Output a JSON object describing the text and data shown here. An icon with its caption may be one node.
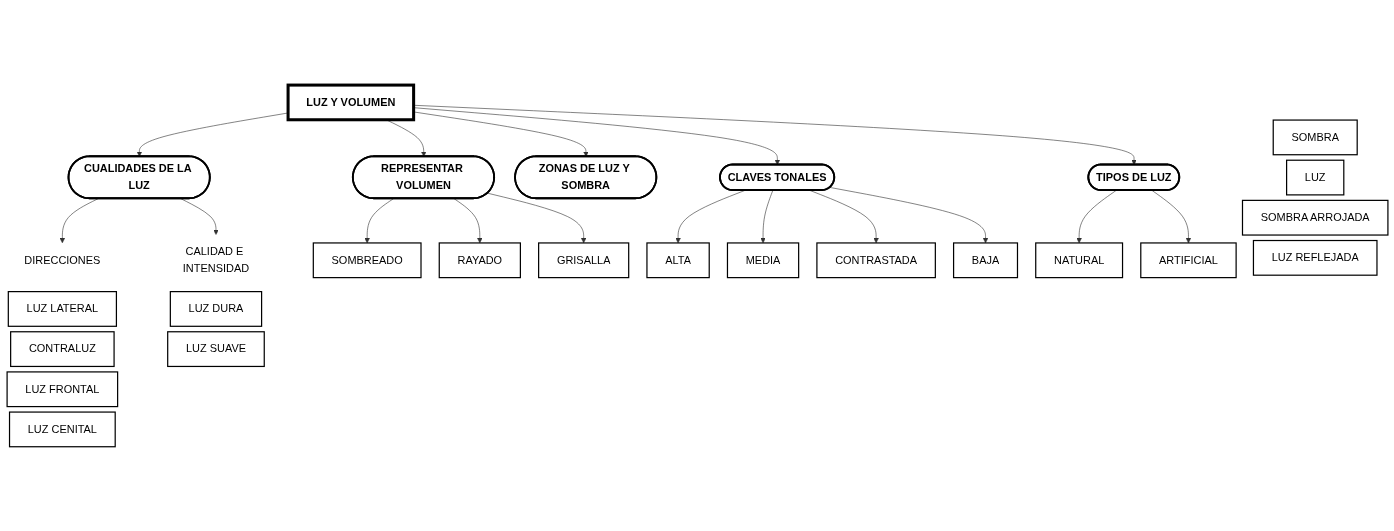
{
  "diagram": {
    "nodes": [
      {
        "text": [
          "LUZ Y VOLUMEN"
        ]
      },
      {
        "text": [
          "CUALIDADES DE LA LUZ"
        ]
      },
      {
        "text": [
          "REPRESENTAR VOLUMEN"
        ]
      },
      {
        "text": [
          "ZONAS DE LUZ Y SOMBRA"
        ]
      },
      {
        "text": [
          "CLAVES TONALES"
        ]
      },
      {
        "text": [
          "TIPOS DE LUZ"
        ]
      },
      {
        "text": [
          "SOMBREADO"
        ]
      },
      {
        "text": [
          "RAYADO"
        ]
      },
      {
        "text": [
          "GRISALLA"
        ]
      },
      {
        "text": [
          "DIRECCIONES"
        ]
      },
      {
        "text": [
          "LUZ LATERAL"
        ]
      },
      {
        "text": [
          "CONTRALUZ"
        ]
      },
      {
        "text": [
          "LUZ FRONTAL"
        ]
      },
      {
        "text": [
          "LUZ CENITAL"
        ]
      },
      {
        "text": [
          "CALIDAD E INTENSIDAD"
        ]
      },
      {
        "text": [
          "LUZ DURA"
        ]
      },
      {
        "text": [
          "LUZ SUAVE"
        ]
      },
      {
        "text": [
          "SOMBRA"
        ]
      },
      {
        "text": [
          "LUZ"
        ]
      },
      {
        "text": [
          "SOMBRA ARROJADA"
        ]
      },
      {
        "text": [
          "LUZ REFLEJADA"
        ]
      },
      {
        "text": [
          "ALTA"
        ]
      },
      {
        "text": [
          "MEDIA"
        ]
      },
      {
        "text": [
          "CONTRASTADA"
        ]
      },
      {
        "text": [
          "BAJA"
        ]
      },
      {
        "text": [
          "NATURAL"
        ]
      },
      {
        "text": [
          "ARTIFICIAL"
        ]
      }
    ],
    "edges": [
      {
        "from": 0,
        "to": 1,
        "arrow": "to"
      },
      {
        "from": 0,
        "to": 2,
        "arrow": "to"
      },
      {
        "from": 0,
        "to": 3,
        "arrow": "to"
      },
      {
        "from": 0,
        "to": 4,
        "arrow": "to"
      },
      {
        "from": 0,
        "to": 5,
        "arrow": "to"
      },
      {
        "from": 2,
        "to": 6,
        "arrow": "to"
      },
      {
        "from": 2,
        "to": 7,
        "arrow": "to"
      },
      {
        "from": 2,
        "to": 8,
        "arrow": "to"
      },
      {
        "from": 1,
        "to": 9,
        "arrow": "to"
      },
      {
        "from": 1,
        "to": 14,
        "arrow": "to"
      },
      {
        "from": 4,
        "to": 21,
        "arrow": "to"
      },
      {
        "from": 4,
        "to": 22,
        "arrow": "to"
      },
      {
        "from": 4,
        "to": 23,
        "arrow": "to"
      },
      {
        "from": 4,
        "to": 24,
        "arrow": "to"
      },
      {
        "from": 5,
        "to": 25,
        "arrow": "to"
      },
      {
        "from": 5,
        "to": 26,
        "arrow": "to"
      }
    ]
  }
}
